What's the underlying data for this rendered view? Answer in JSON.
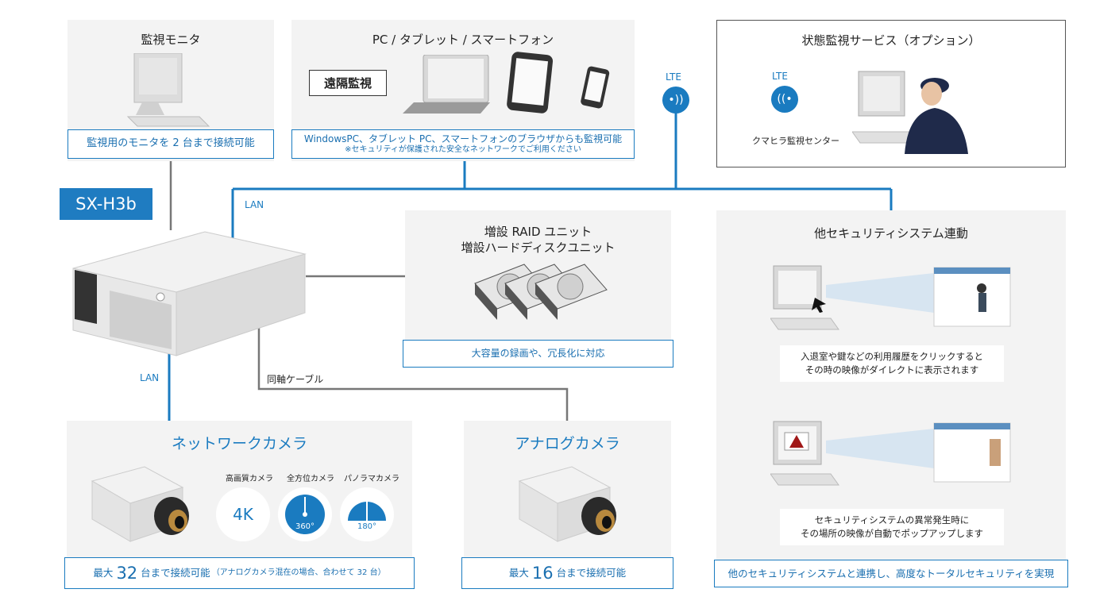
{
  "monitor_panel": {
    "title": "監視モニタ",
    "note": "監視用のモニタを 2 台まで接続可能"
  },
  "pc_panel": {
    "title": "PC / タブレット / スマートフォン",
    "remote_label": "遠隔監視",
    "note_line1": "WindowsPC、タブレット PC、スマートフォンのブラウザからも監視可能",
    "note_line2": "※セキュリティが保護された安全なネットワークでご利用ください"
  },
  "lte_label": "LTE",
  "service_panel": {
    "title": "状態監視サービス（オプション）",
    "lte_label": "LTE",
    "center_label": "クマヒラ監視センター"
  },
  "model": {
    "name": "SX-H3b"
  },
  "connections": {
    "lan_top": "LAN",
    "lan_bottom": "LAN",
    "coax": "同軸ケーブル"
  },
  "raid_panel": {
    "title_line1": "増設 RAID ユニット",
    "title_line2": "増設ハードディスクユニット",
    "note": "大容量の録画や、冗長化に対応"
  },
  "security_panel": {
    "title": "他セキュリティシステム連動",
    "caption1_line1": "入退室や鍵などの利用履歴をクリックすると",
    "caption1_line2": "その時の映像がダイレクトに表示されます",
    "caption2_line1": "セキュリティシステムの異常発生時に",
    "caption2_line2": "その場所の映像が自動でポップアップします",
    "note": "他のセキュリティシステムと連携し、高度なトータルセキュリティを実現"
  },
  "network_camera_panel": {
    "title": "ネットワークカメラ",
    "features": [
      {
        "label": "高画質カメラ",
        "value": "4K"
      },
      {
        "label": "全方位カメラ",
        "value": "360°"
      },
      {
        "label": "パノラマカメラ",
        "value": "180°"
      }
    ],
    "note_prefix": "最大",
    "note_number": "32",
    "note_suffix": "台まで接続可能",
    "note_small": "（アナログカメラ混在の場合、合わせて 32 台）"
  },
  "analog_camera_panel": {
    "title": "アナログカメラ",
    "note_prefix": "最大",
    "note_number": "16",
    "note_suffix": "台まで接続可能"
  },
  "colors": {
    "accent": "#1a7bc0",
    "panel": "#f3f3f3"
  }
}
